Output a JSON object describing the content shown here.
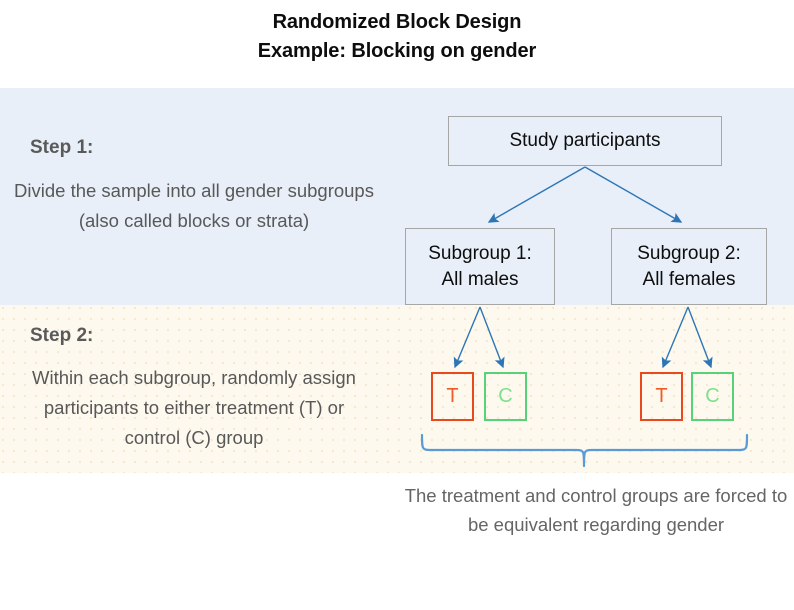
{
  "title": {
    "line1": "Randomized Block Design",
    "line2": "Example: Blocking on gender"
  },
  "steps": [
    {
      "label": "Step 1:",
      "description": "Divide the sample into all gender subgroups (also called blocks or strata)",
      "band_color": "#e8eff8"
    },
    {
      "label": "Step 2:",
      "description": "Within each subgroup, randomly assign participants to either treatment (T) or control (C) group",
      "band_color": "#fdf9ee"
    }
  ],
  "diagram": {
    "root": {
      "label": "Study participants"
    },
    "subgroups": [
      {
        "line1": "Subgroup 1:",
        "line2": "All males"
      },
      {
        "line1": "Subgroup 2:",
        "line2": "All females"
      }
    ],
    "assignments": [
      {
        "treatment": "T",
        "control": "C"
      },
      {
        "treatment": "T",
        "control": "C"
      }
    ],
    "caption": "The treatment and control groups are forced to be equivalent regarding gender",
    "colors": {
      "box_fill": "#e8eff8",
      "box_border": "#a6a6a6",
      "arrow": "#2e75b6",
      "brace": "#5b9bd5",
      "treatment": "#e8491d",
      "control": "#57d27a",
      "text": "#585858"
    }
  }
}
